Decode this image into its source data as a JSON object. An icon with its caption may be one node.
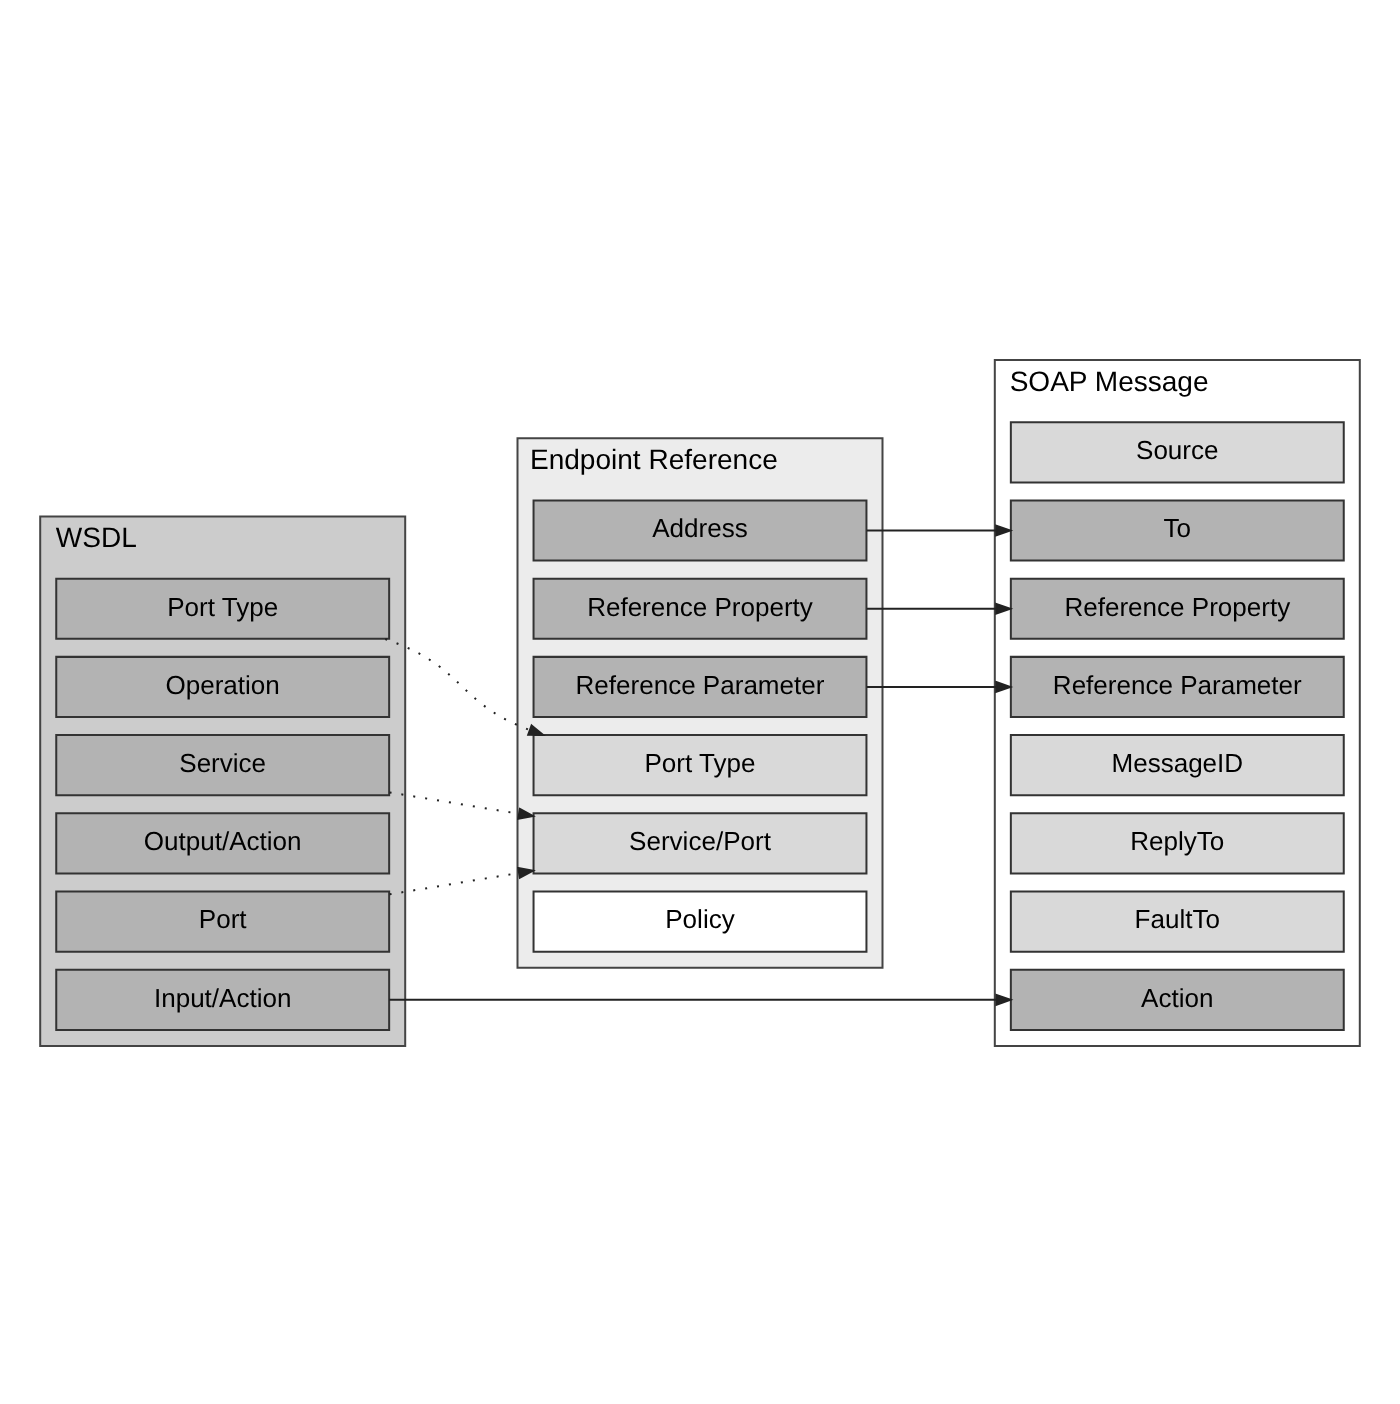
{
  "diagram": {
    "nodes": [
      {
        "text": [
          "Endpoint Reference"
        ]
      },
      {
        "text": [
          "Address"
        ],
        "in": 0
      },
      {
        "text": [
          "Reference Property"
        ],
        "in": 0
      },
      {
        "text": [
          "Reference Parameter"
        ],
        "in": 0
      },
      {
        "text": [
          "Port Type"
        ],
        "in": 0
      },
      {
        "text": [
          "Service/Port"
        ],
        "in": 0
      },
      {
        "text": [
          "Policy"
        ],
        "in": 0
      },
      {
        "text": [
          "SOAP Message"
        ]
      },
      {
        "text": [
          "Source"
        ],
        "in": 7
      },
      {
        "text": [
          "To"
        ],
        "in": 7
      },
      {
        "text": [
          "Reference Property"
        ],
        "in": 7
      },
      {
        "text": [
          "Reference Parameter"
        ],
        "in": 7
      },
      {
        "text": [
          "MessageID"
        ],
        "in": 7
      },
      {
        "text": [
          "ReplyTo"
        ],
        "in": 7
      },
      {
        "text": [
          "FaultTo"
        ],
        "in": 7
      },
      {
        "text": [
          "Action"
        ],
        "in": 7
      },
      {
        "text": [
          "WSDL"
        ]
      },
      {
        "text": [
          "Port Type"
        ],
        "in": 16
      },
      {
        "text": [
          "Operation"
        ],
        "in": 16
      },
      {
        "text": [
          "Input/Action"
        ],
        "in": 16
      },
      {
        "text": [
          "Output/Action"
        ],
        "in": 16
      },
      {
        "text": [
          "Service"
        ],
        "in": 16
      },
      {
        "text": [
          "Port"
        ],
        "in": 16
      }
    ],
    "edges": [
      {
        "from": 1,
        "to": 9,
        "arrow": "to"
      },
      {
        "from": 2,
        "to": 10,
        "arrow": "to"
      },
      {
        "from": 3,
        "to": 11,
        "arrow": "to"
      },
      {
        "from": 17,
        "to": 4,
        "arrow": "to",
        "style": "dashed"
      },
      {
        "from": 21,
        "to": 5,
        "arrow": "to",
        "style": "dashed"
      },
      {
        "from": 22,
        "to": 5,
        "arrow": "to",
        "style": "dashed"
      },
      {
        "from": 19,
        "to": 15,
        "arrow": "to"
      }
    ]
  }
}
